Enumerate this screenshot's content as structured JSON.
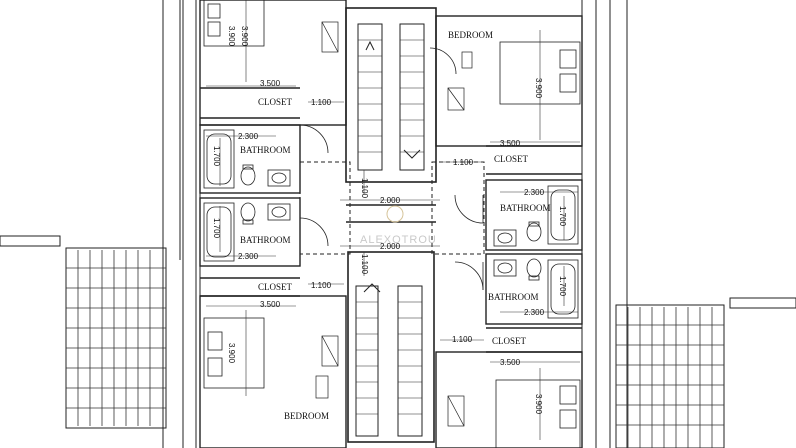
{
  "rooms": {
    "bedroom_top_right": "BEDROOM",
    "bedroom_bottom_left": "BEDROOM",
    "closet_top_left": "CLOSET",
    "closet_top_right": "CLOSET",
    "closet_bottom_left": "CLOSET",
    "closet_bottom_right": "CLOSET",
    "bathroom_1": "BATHROOM",
    "bathroom_2": "BATHROOM",
    "bathroom_3": "BATHROOM",
    "bathroom_4": "BATHROOM"
  },
  "dimensions": {
    "d_3900_a": "3.900",
    "d_3900_b": "3.900",
    "d_3900_c": "3.900",
    "d_3900_d": "3.900",
    "d_3500_a": "3.500",
    "d_3500_b": "3.500",
    "d_3500_c": "3.500",
    "d_3500_d": "3.500",
    "d_1100_a": "1.100",
    "d_1100_b": "1.100",
    "d_1100_c": "1.100",
    "d_1100_d": "1.100",
    "d_1100_e": "1.100",
    "d_1100_f": "1.100",
    "d_2300_a": "2.300",
    "d_2300_b": "2.300",
    "d_2300_c": "2.300",
    "d_2300_d": "2.300",
    "d_1700_a": "1.700",
    "d_1700_b": "1.700",
    "d_1700_c": "1.700",
    "d_1700_d": "1.700",
    "d_2000_a": "2.000",
    "d_2000_b": "2.000"
  },
  "watermark": "ALEXOTROU"
}
